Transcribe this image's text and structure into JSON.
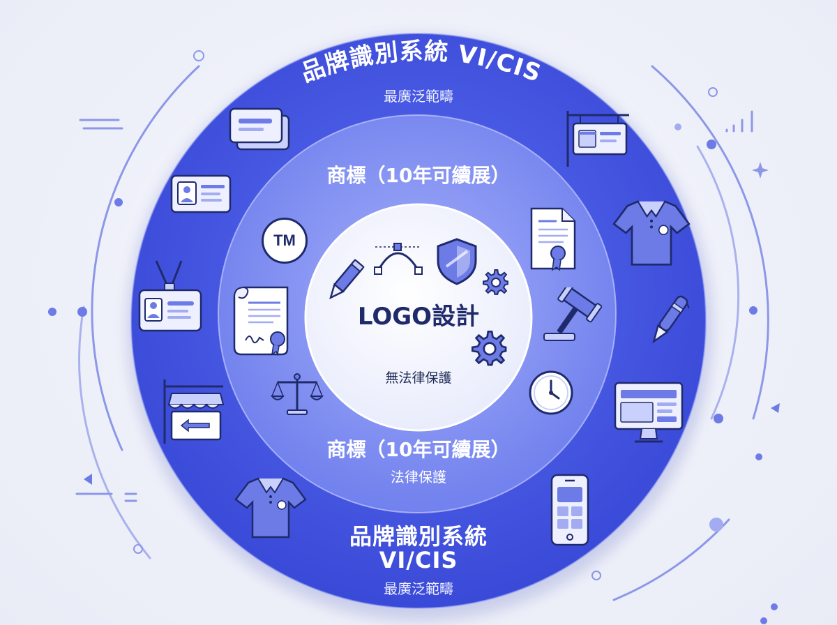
{
  "outer": {
    "top_title": "品牌識別系統 VI/CIS",
    "top_subtitle": "最廣泛範疇",
    "bottom_title_line1": "品牌識別系統",
    "bottom_title_line2": "VI/CIS",
    "bottom_subtitle": "最廣泛範疇"
  },
  "middle": {
    "top_title": "商標（10年可續展）",
    "bottom_title": "商標（10年可續展）",
    "bottom_subtitle": "法律保護"
  },
  "core": {
    "title": "LOGO設計",
    "subtitle": "無法律保護"
  },
  "trademark_symbol": "TM",
  "colors": {
    "outer_ring": "#4a5be6",
    "outer_ring_dark": "#3848d4",
    "middle_ring": "#7e8df2",
    "core": "#f5f6ff",
    "icon_fill": "#5b6be8",
    "icon_stroke": "#1f2a6b",
    "accent": "#6c7be6"
  },
  "icons": {
    "outer": [
      "business-cards-icon",
      "id-card-icon",
      "lanyard-badge-icon",
      "storefront-sign-icon",
      "polo-shirt-icon",
      "hanging-store-sign-icon",
      "polo-shirt-icon",
      "pen-icon",
      "website-monitor-icon",
      "mobile-app-icon"
    ],
    "middle": [
      "trademark-icon",
      "certificate-scroll-icon",
      "scales-icon",
      "document-seal-icon",
      "gavel-icon",
      "clock-icon"
    ],
    "core": [
      "pencil-icon",
      "bezier-curve-icon",
      "shield-icon",
      "gear-icon"
    ]
  }
}
